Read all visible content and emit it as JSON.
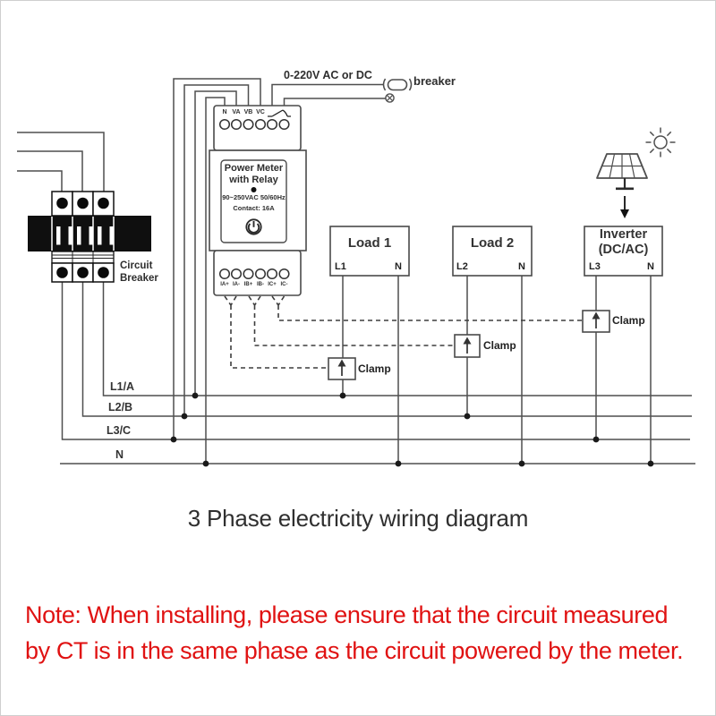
{
  "supply": {
    "voltage_label": "0-220V AC or DC",
    "breaker_label": "breaker"
  },
  "breaker_unit": {
    "label": "Circuit Breaker"
  },
  "meter": {
    "title_line1": "Power Meter",
    "title_line2": "with Relay",
    "spec_line1": "90~250VAC 50/60Hz",
    "spec_line2": "Contact: 16A",
    "top_terminals": [
      "N",
      "VA",
      "VB",
      "VC"
    ],
    "bottom_terminals": [
      "IA+",
      "IA-",
      "IB+",
      "IB-",
      "IC+",
      "IC-"
    ]
  },
  "loads": [
    {
      "name": "Load 1",
      "live": "L1",
      "neutral": "N"
    },
    {
      "name": "Load 2",
      "live": "L2",
      "neutral": "N"
    }
  ],
  "inverter": {
    "name_line1": "Inverter",
    "name_line2": "(DC/AC)",
    "live": "L3",
    "neutral": "N"
  },
  "clamps": [
    {
      "label": "Clamp"
    },
    {
      "label": "Clamp"
    },
    {
      "label": "Clamp"
    }
  ],
  "bus_lines": [
    "L1/A",
    "L2/B",
    "L3/C",
    "N"
  ],
  "title": "3 Phase electricity wiring diagram",
  "note": {
    "line1": "Note: When installing, please ensure that the circuit measured",
    "line2": "by CT is in the same phase as the circuit powered by the meter."
  },
  "colors": {
    "wire_gray": "#4f4f4f",
    "breaker_black": "#0f0f0f",
    "note_red": "#e01212"
  }
}
